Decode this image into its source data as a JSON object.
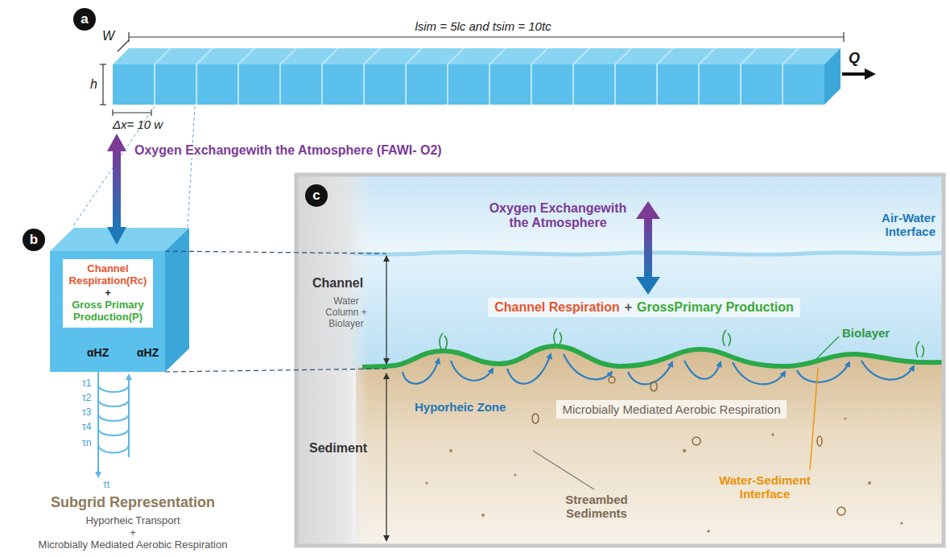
{
  "diagram": {
    "nodes": [
      {
        "text": [
          "a"
        ]
      },
      {
        "text": [
          "b"
        ]
      },
      {
        "text": [
          "c"
        ]
      },
      {
        "text": [
          "Channel Respiration(Rc)",
          "+",
          "Gross Primary Production(P)"
        ]
      },
      {
        "text": [
          "Channel Respiration",
          "+",
          "GrossPrimary Production"
        ]
      },
      {
        "text": [
          "Microbially Mediated Aerobic Respiration"
        ]
      }
    ],
    "labels": [
      "W",
      "h",
      "lsim = 5lc and tsim = 10tc",
      "Q",
      "Δx= 10 w",
      "Oxygen Exchangewith the Atmosphere (FAWI- O2)",
      "αHZ",
      "αHZ",
      "τ1",
      "τ2",
      "τ3",
      "τ4",
      "τn",
      "τt",
      "Subgrid Representation",
      "Hyporheic Transport",
      "+",
      "Microbially Mediated Aerobic Respiration",
      "Oxygen Exchangewith the Atmosphere",
      "Air-Water Interface",
      "Biolayer",
      "Channel",
      "Water Column + Biolayer",
      "Hyporheic Zone",
      "Sediment",
      "Water-Sediment Interface",
      "Streambed Sediments"
    ]
  }
}
